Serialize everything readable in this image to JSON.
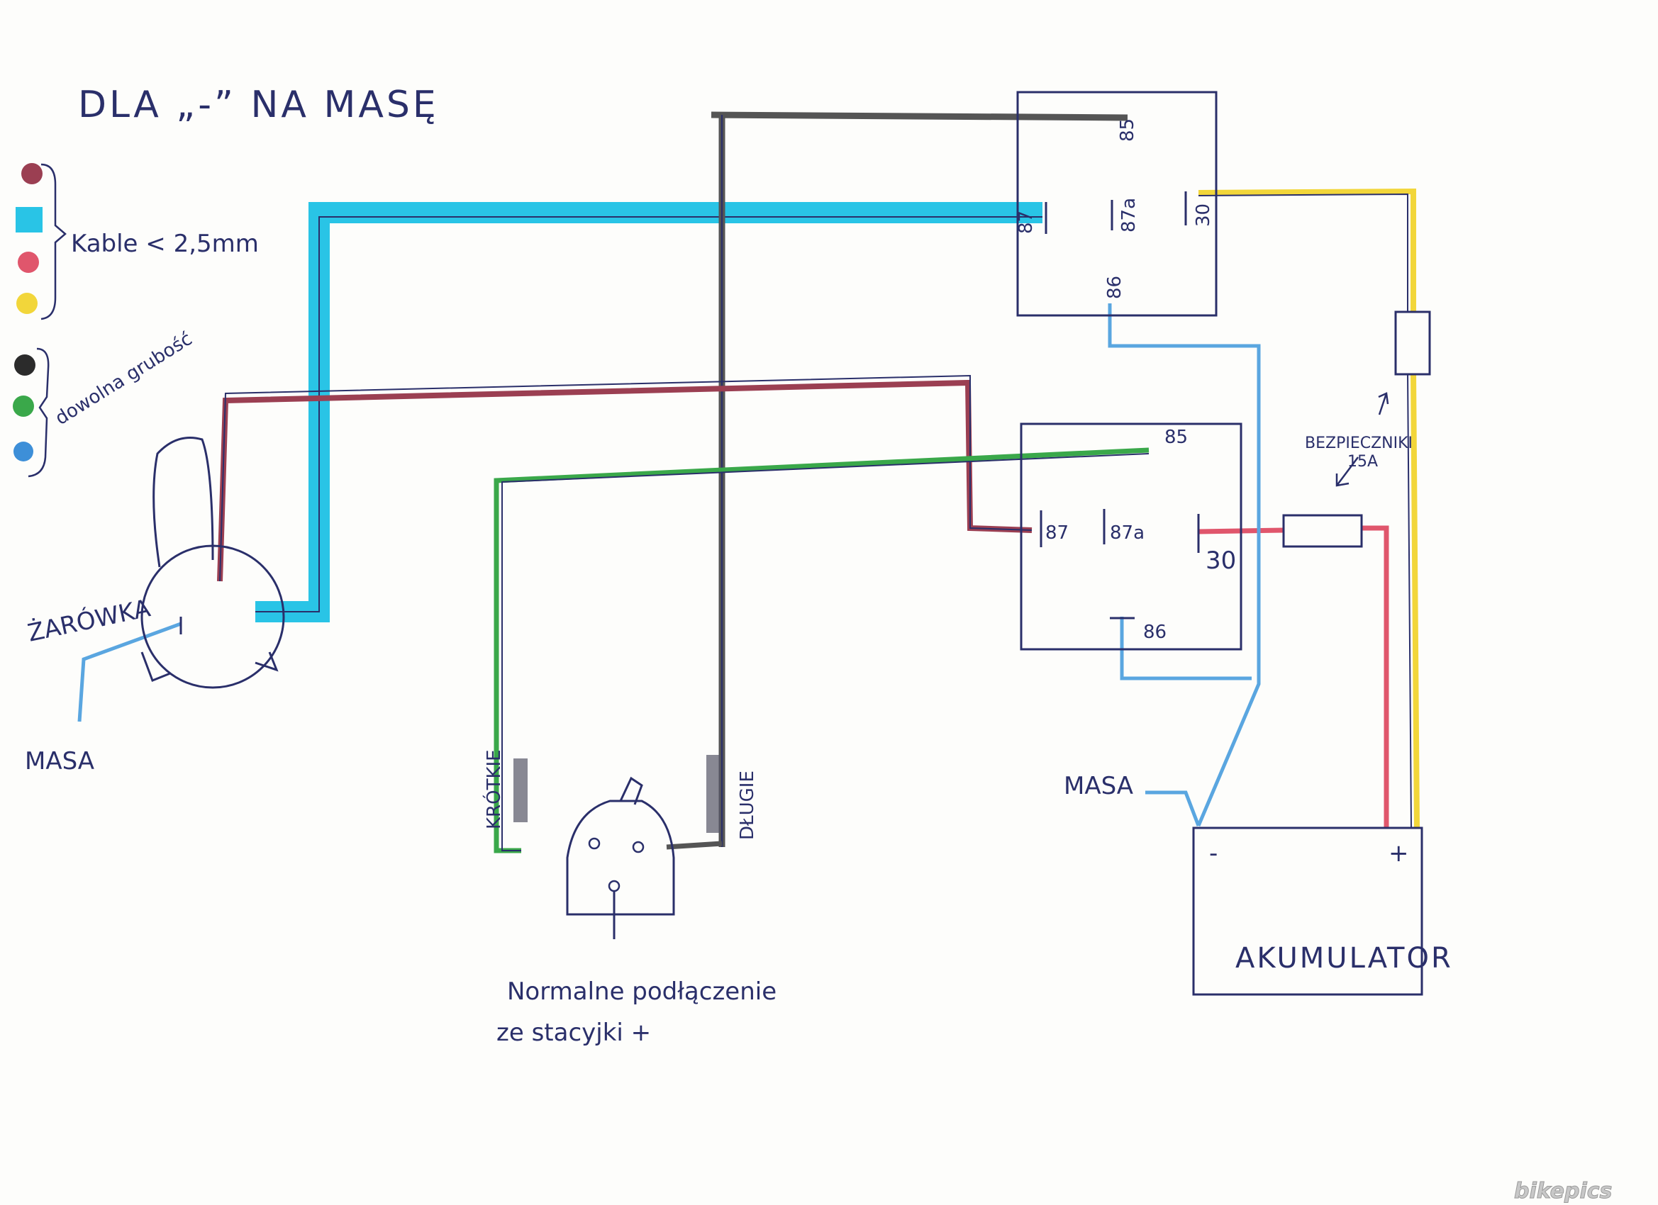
{
  "header": {
    "title": "DLA „-” NA MASĘ"
  },
  "legend": {
    "thin_label": "Kable < 2,5mm",
    "any_label": "dowolna grubość",
    "thin_colors": [
      "#9b3f52",
      "#29c4e6",
      "#e0566c",
      "#f2d63a"
    ],
    "any_colors": [
      "#2b2b2b",
      "#3aa84a",
      "#3d8fd8"
    ]
  },
  "relay_top": {
    "t85": "85",
    "t87": "87",
    "t87a": "87a",
    "t30": "30",
    "t86": "86"
  },
  "relay_bottom": {
    "t85": "85",
    "t87": "87",
    "t87a": "87a",
    "t30": "30",
    "t86": "86"
  },
  "bulb": {
    "label": "ŻARÓWKA"
  },
  "switch": {
    "short_label": "KRÓTKIE",
    "long_label": "DŁUGIE",
    "note_line1": "Normalne podłączenie",
    "note_line2": "ze stacyjki +"
  },
  "fuse": {
    "label_line1": "BEZPIECZNIKI",
    "label_line2": "15A"
  },
  "battery": {
    "label": "AKUMULATOR",
    "minus": "-",
    "plus": "+"
  },
  "ground": {
    "left": "MASA",
    "right": "MASA"
  },
  "watermark": "bikepics",
  "colors": {
    "ink": "#2a2f6a",
    "cyan": "#29c4e6",
    "maroon": "#9b3f52",
    "red": "#e0566c",
    "yellow": "#f2d63a",
    "green": "#3aa84a",
    "black": "#4a4a4a",
    "blue": "#5aa6e0"
  }
}
